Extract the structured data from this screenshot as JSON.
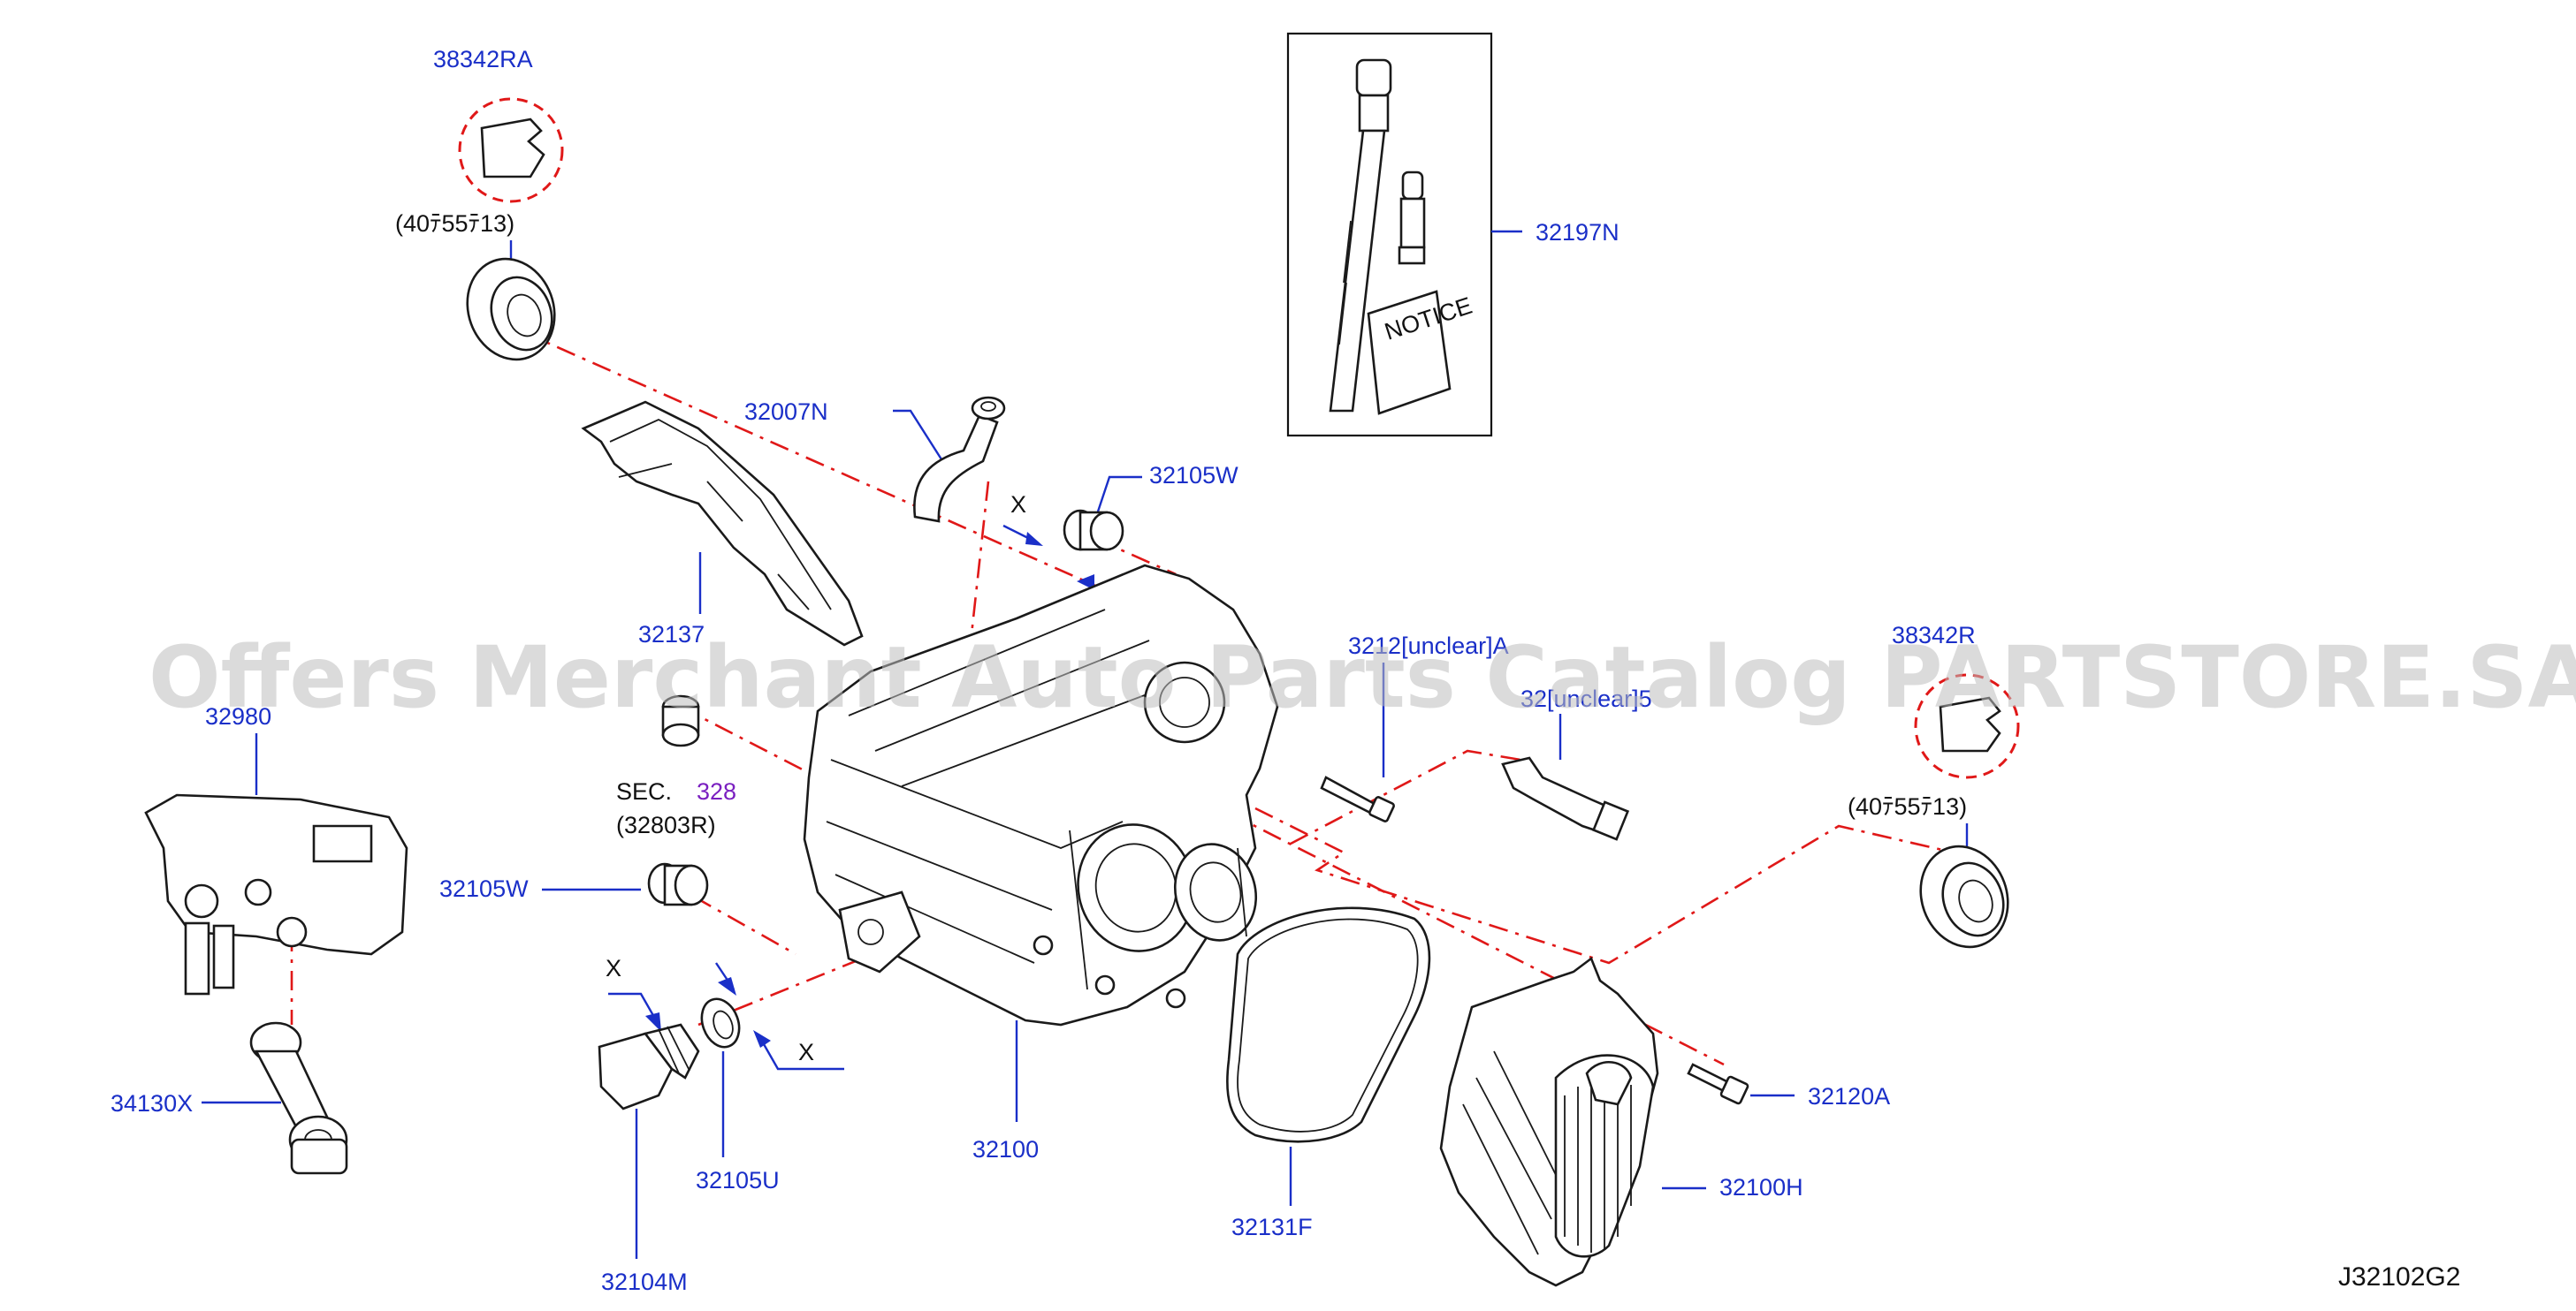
{
  "diagram_code": "J32102G2",
  "watermark": "Offers Merchant Auto Parts Catalog PARTSTORE.SA",
  "labels": {
    "p38342RA": "38342RA",
    "p40x55x13_top": "(40ﾃ55ﾃ13)",
    "p32197N": "32197N",
    "p32007N": "32007N",
    "p32105W_top": "32105W",
    "x_top": "X",
    "p32137": "32137",
    "p32120A_mid": "3212[unclear]A",
    "p38342R": "38342R",
    "p32[unclear]": "32[unclear]5",
    "p40x55x13_right": "(40ﾃ55ﾃ13)",
    "p32980": "32980",
    "sec": "SEC.",
    "sec_num": "328",
    "sec_ref": "(32803R)",
    "p32105W_left": "32105W",
    "x_left": "X",
    "x_right": "X",
    "p34130X": "34130X",
    "p32105U": "32105U",
    "p32104M": "32104M",
    "p32100": "32100",
    "p32131F": "32131F",
    "p32120A": "32120A",
    "p32100H": "32100H"
  },
  "notice_text": "NOTICE",
  "colors": {
    "label_blue": "#1a2fc8",
    "centerline_red": "#e01818",
    "sec_purple": "#7a1fc0",
    "line_black": "#1a1a1a"
  }
}
